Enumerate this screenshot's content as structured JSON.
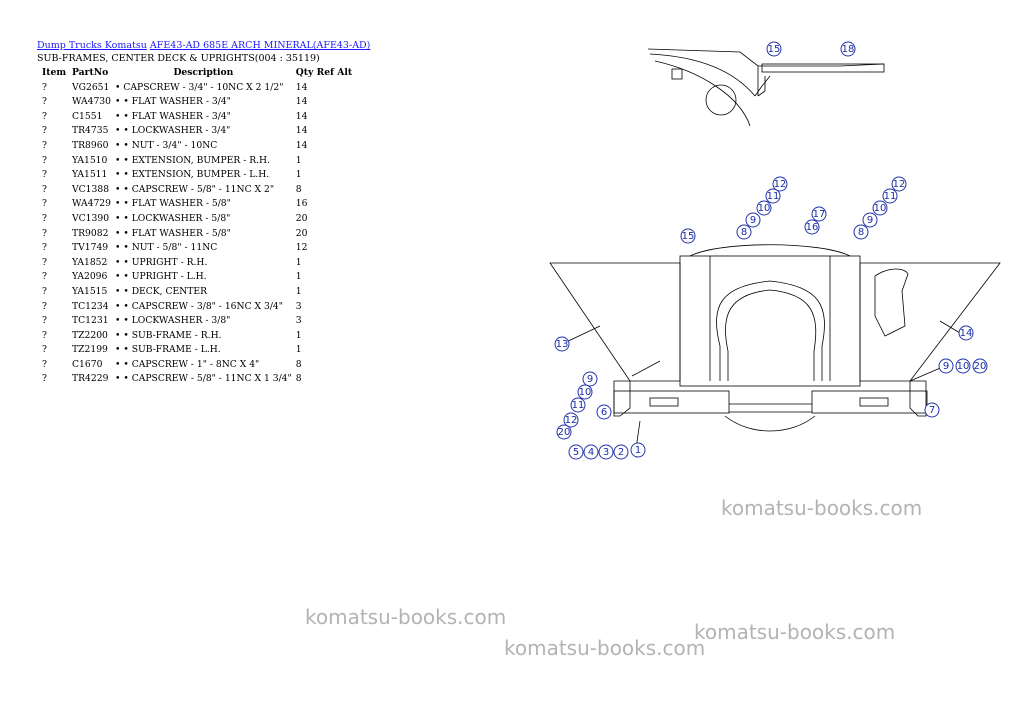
{
  "breadcrumb": {
    "link1": "Dump Trucks Komatsu",
    "link2": "AFE43-AD 685E ARCH MINERAL(AFE43-AD)"
  },
  "subtitle": "SUB-FRAMES, CENTER DECK & UPRIGHTS(004 : 35119)",
  "table": {
    "headers": [
      "Item",
      "PartNo",
      "Description",
      "Qty",
      "Ref",
      "Alt"
    ],
    "rows": [
      [
        "?",
        "VG2651",
        "• CAPSCREW - 3/4\" - 10NC X 2 1/2\"",
        "14"
      ],
      [
        "?",
        "WA4730",
        "• • FLAT WASHER - 3/4\"",
        "14"
      ],
      [
        "?",
        "C1551",
        "• • FLAT WASHER - 3/4\"",
        "14"
      ],
      [
        "?",
        "TR4735",
        "• • LOCKWASHER - 3/4\"",
        "14"
      ],
      [
        "?",
        "TR8960",
        "• • NUT - 3/4\" - 10NC",
        "14"
      ],
      [
        "?",
        "YA1510",
        "• • EXTENSION, BUMPER - R.H.",
        "1"
      ],
      [
        "?",
        "YA1511",
        "• • EXTENSION, BUMPER - L.H.",
        "1"
      ],
      [
        "?",
        "VC1388",
        "• • CAPSCREW - 5/8\" - 11NC X 2\"",
        "8"
      ],
      [
        "?",
        "WA4729",
        "• • FLAT WASHER - 5/8\"",
        "16"
      ],
      [
        "?",
        "VC1390",
        "• • LOCKWASHER - 5/8\"",
        "20"
      ],
      [
        "?",
        "TR9082",
        "• • FLAT WASHER - 5/8\"",
        "20"
      ],
      [
        "?",
        "TV1749",
        "• • NUT - 5/8\" - 11NC",
        "12"
      ],
      [
        "?",
        "YA1852",
        "• • UPRIGHT - R.H.",
        "1"
      ],
      [
        "?",
        "YA2096",
        "• • UPRIGHT - L.H.",
        "1"
      ],
      [
        "?",
        "YA1515",
        "• • DECK, CENTER",
        "1"
      ],
      [
        "?",
        "TC1234",
        "• • CAPSCREW - 3/8\" - 16NC X 3/4\"",
        "3"
      ],
      [
        "?",
        "TC1231",
        "• • LOCKWASHER - 3/8\"",
        "3"
      ],
      [
        "?",
        "TZ2200",
        "• • SUB-FRAME - R.H.",
        "1"
      ],
      [
        "?",
        "TZ2199",
        "• • SUB-FRAME - L.H.",
        "1"
      ],
      [
        "?",
        "C1670",
        "• • CAPSCREW - 1\" - 8NC X 4\"",
        "8"
      ],
      [
        "?",
        "TR4229",
        "• • CAPSCREW - 5/8\" - 11NC X 1 3/4\"",
        "8"
      ]
    ]
  },
  "watermarks": [
    "komatsu-books.com",
    "komatsu-books.com",
    "komatsu-books.com",
    "komatsu-books.com"
  ],
  "diagram": {
    "callouts": [
      "15",
      "18",
      "12",
      "11",
      "10",
      "9",
      "8",
      "17",
      "16",
      "15",
      "12",
      "11",
      "10",
      "9",
      "8",
      "13",
      "14",
      "9",
      "10",
      "11",
      "12",
      "20",
      "6",
      "7",
      "9",
      "10",
      "20",
      "5",
      "4",
      "3",
      "2",
      "1"
    ]
  }
}
